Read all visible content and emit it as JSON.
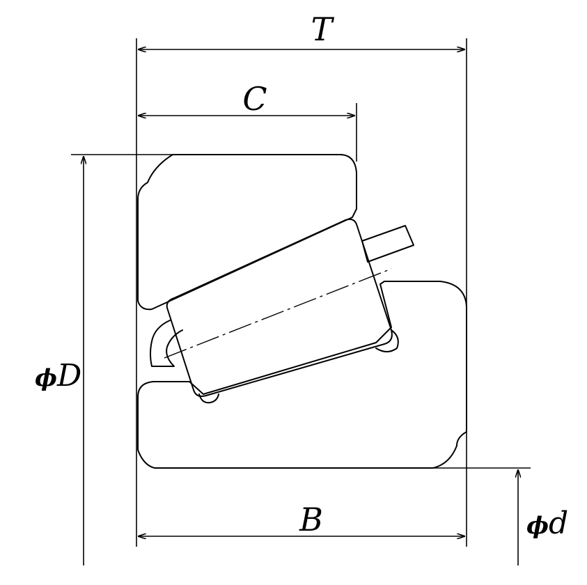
{
  "labels": {
    "T": "T",
    "C": "C",
    "B": "B",
    "phi_symbol": "ϕ",
    "D": "D",
    "d": "d"
  }
}
